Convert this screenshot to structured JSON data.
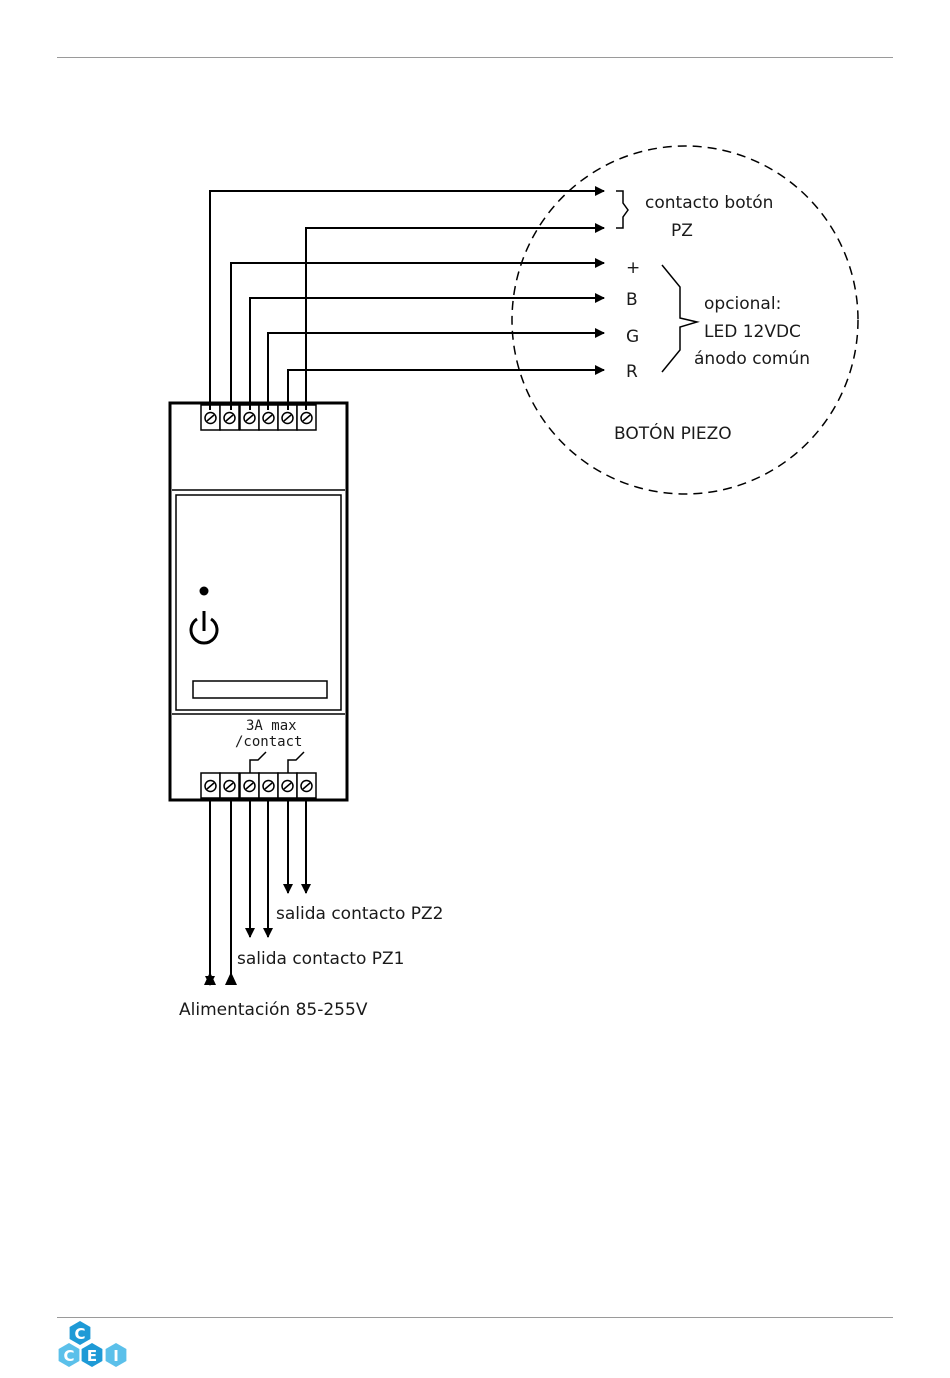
{
  "piezo": {
    "title": "BOTÓN PIEZO",
    "contact_line1": "contacto botón",
    "contact_line2": "PZ",
    "pins": [
      "+",
      "B",
      "G",
      "R"
    ],
    "optional_line1": "opcional:",
    "optional_line2": "LED 12VDC",
    "optional_line3": "ánodo común"
  },
  "relay": {
    "rating_line1": "3A max",
    "rating_line2": "/contact"
  },
  "outputs": {
    "pz2": "salida contacto PZ2",
    "pz1": "salida contacto PZ1",
    "power": "Alimentación 85-255V"
  },
  "logo": {
    "letters": [
      "C",
      "C",
      "E",
      "I"
    ],
    "colors": [
      "#1e9ad6",
      "#5bc0ea"
    ]
  }
}
